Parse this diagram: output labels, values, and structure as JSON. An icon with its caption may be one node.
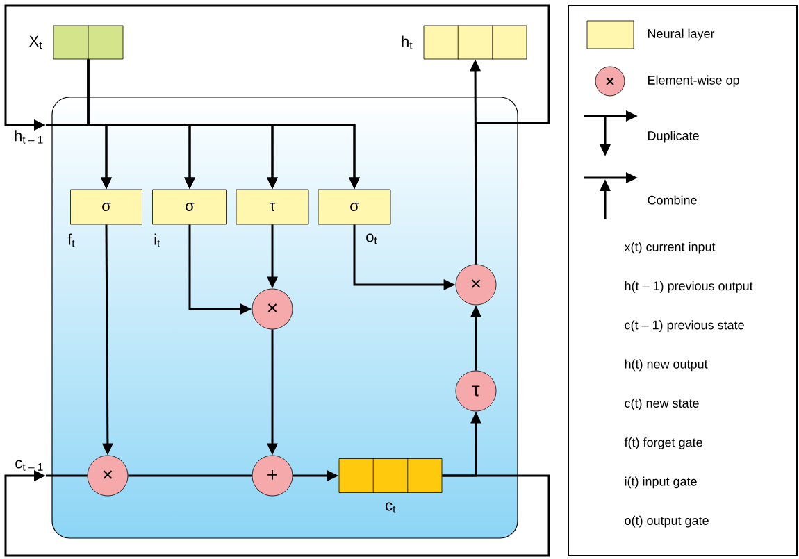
{
  "diagram": {
    "nodes": [
      {
        "text": [],
        "shape": "box"
      },
      {
        "text": [
          "X$_{t}$"
        ]
      },
      {
        "text": [
          "h$_{t}$"
        ]
      },
      {
        "text": [
          "σ"
        ],
        "in": 0,
        "beside": [
          "f$_{t}$"
        ]
      },
      {
        "text": [
          "σ"
        ],
        "in": 0,
        "beside": [
          "i$_{t}$"
        ]
      },
      {
        "text": [
          "τ"
        ],
        "in": 0
      },
      {
        "text": [
          "σ"
        ],
        "in": 0,
        "beside": [
          "o$_{t}$"
        ]
      },
      {
        "text": [
          "×"
        ],
        "in": 0
      },
      {
        "text": [
          "×"
        ],
        "in": 0
      },
      {
        "text": [
          "×"
        ],
        "in": 0
      },
      {
        "text": [
          "+"
        ],
        "in": 0
      },
      {
        "text": [
          "τ"
        ],
        "in": 0
      },
      {
        "text": [
          "c$_{t}$"
        ],
        "in": 0
      },
      {
        "text": [
          "h$_{t – 1}$"
        ]
      },
      {
        "text": [
          "c$_{t – 1}$"
        ]
      }
    ],
    "edges": [
      {
        "from": 1,
        "to": 3,
        "arrow": "to"
      },
      {
        "from": 1,
        "to": 4,
        "arrow": "to"
      },
      {
        "from": 1,
        "to": 5,
        "arrow": "to"
      },
      {
        "from": 1,
        "to": 6,
        "arrow": "to"
      },
      {
        "from": 13,
        "to": 3,
        "arrow": "to"
      },
      {
        "from": 13,
        "to": 4,
        "arrow": "to"
      },
      {
        "from": 13,
        "to": 5,
        "arrow": "to"
      },
      {
        "from": 13,
        "to": 6,
        "arrow": "to"
      },
      {
        "from": 3,
        "to": 9,
        "arrow": "to"
      },
      {
        "from": 4,
        "to": 7,
        "arrow": "to"
      },
      {
        "from": 5,
        "to": 7,
        "arrow": "to"
      },
      {
        "from": 6,
        "to": 8,
        "arrow": "to"
      },
      {
        "from": 14,
        "to": 9,
        "arrow": "none"
      },
      {
        "from": 9,
        "to": 10,
        "arrow": "none"
      },
      {
        "from": 7,
        "to": 10,
        "arrow": "to"
      },
      {
        "from": 10,
        "to": 12,
        "arrow": "to"
      },
      {
        "from": 12,
        "to": 11,
        "arrow": "to"
      },
      {
        "from": 11,
        "to": 8,
        "arrow": "to"
      },
      {
        "from": 8,
        "to": 2,
        "arrow": "to"
      },
      {
        "from": 8,
        "to": 13,
        "arrow": "to"
      },
      {
        "from": 12,
        "to": 14,
        "arrow": "to"
      }
    ],
    "labels": [
      "x(t) current input",
      "h(t – 1) previous output",
      "c(t – 1) previous state",
      "h(t) new output",
      "c(t) new state",
      "f(t) forget gate",
      "i(t) input gate",
      "o(t) output gate"
    ],
    "legend": [
      {
        "text": "Neural layer",
        "color": "#fff7ad"
      },
      {
        "text": "Element-wise op"
      },
      {
        "text": "Duplicate"
      },
      {
        "text": "Combine"
      }
    ]
  }
}
